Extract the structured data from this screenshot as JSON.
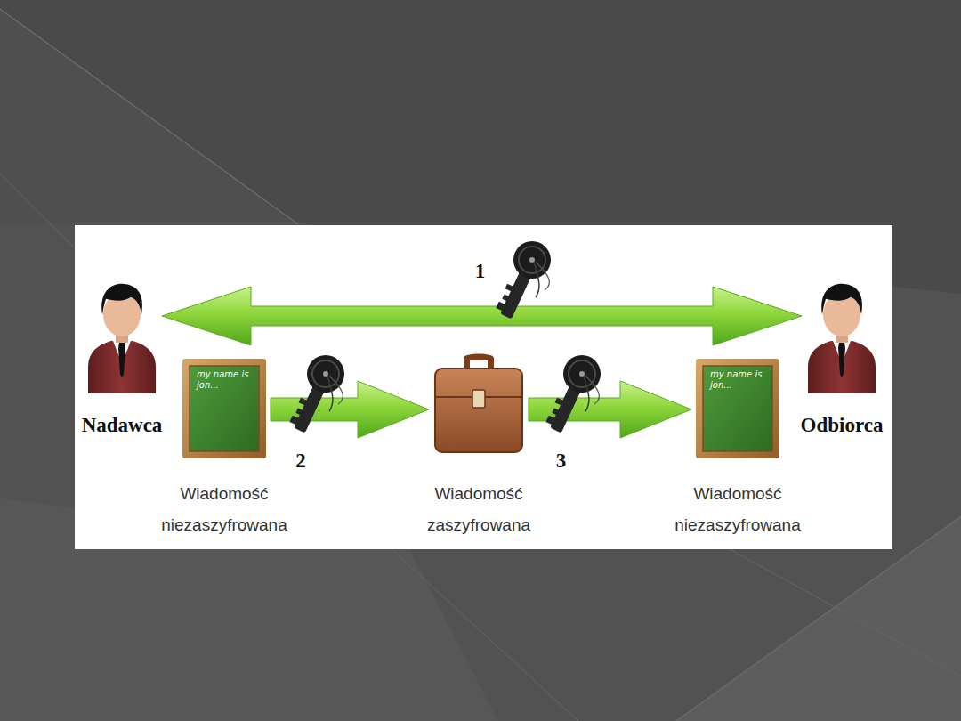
{
  "diagram": {
    "nodes": [
      {
        "text": [
          "Nadawca"
        ]
      },
      {
        "text": [
          "my name is jon...",
          "Wiadomość niezaszyfrowana"
        ]
      },
      {
        "text": [
          "Wiadomość zaszyfrowana"
        ]
      },
      {
        "text": [
          "my name is jon...",
          "Wiadomość niezaszyfrowana"
        ]
      },
      {
        "text": [
          "Odbiorca"
        ]
      }
    ],
    "edges": [
      {
        "from": 0,
        "to": 4,
        "arrow": "both",
        "label": "1"
      },
      {
        "from": 1,
        "to": 2,
        "arrow": "to",
        "label": "2"
      },
      {
        "from": 2,
        "to": 3,
        "arrow": "to",
        "label": "3"
      }
    ]
  }
}
